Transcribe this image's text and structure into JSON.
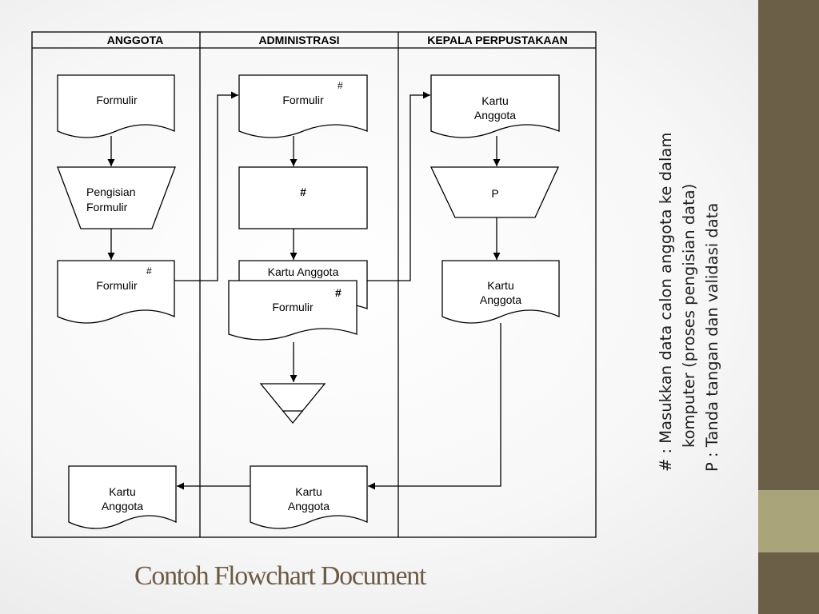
{
  "lanes": [
    {
      "title": "ANGGOTA"
    },
    {
      "title": "ADMINISTRASI"
    },
    {
      "title": "KEPALA PERPUSTAKAAN"
    }
  ],
  "shapes": {
    "anggota_formulir_top": "Formulir",
    "anggota_pengisian_line1": "Pengisian",
    "anggota_pengisian_line2": "Formulir",
    "anggota_formulir_mid": "Formulir",
    "anggota_formulir_mid_mark": "#",
    "anggota_kartu_line1": "Kartu",
    "anggota_kartu_line2": "Anggota",
    "admin_formulir_top": "Formulir",
    "admin_formulir_top_mark": "#",
    "admin_process_mark": "#",
    "admin_kartu_anggota": "Kartu Anggota",
    "admin_formulir_front": "Formulir",
    "admin_formulir_front_mark": "#",
    "admin_kartu_line1": "Kartu",
    "admin_kartu_line2": "Anggota",
    "kepala_kartu_top_line1": "Kartu",
    "kepala_kartu_top_line2": "Anggota",
    "kepala_process_mark": "P",
    "kepala_kartu_mid_line1": "Kartu",
    "kepala_kartu_mid_line2": "Anggota"
  },
  "notes": [
    "# : Masukkan data calon anggota ke dalam",
    "komputer (proses pengisian data)",
    "P : Tanda tangan dan validasi data"
  ],
  "title": "Contoh Flowchart Document",
  "colors": {
    "sidebar_dark": "#6b6047",
    "sidebar_light": "#a9a47a",
    "title": "#6b5a44"
  }
}
